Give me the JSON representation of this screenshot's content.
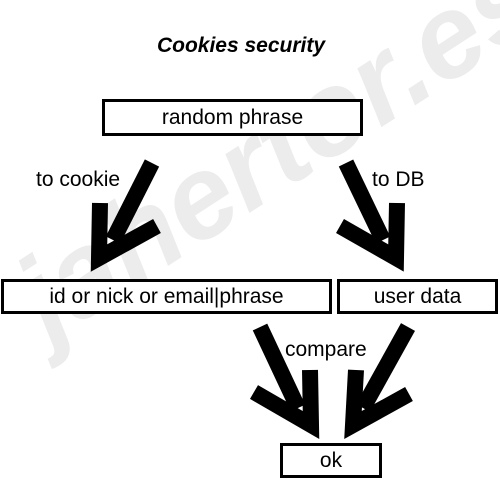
{
  "diagram": {
    "title": "Cookies security",
    "watermark": "jahertor.es",
    "nodes": {
      "random_phrase": "random phrase",
      "cookie_value": "id or nick or email|phrase",
      "user_data": "user data",
      "ok": "ok"
    },
    "edges": [
      {
        "from": "random_phrase",
        "to": "cookie_value",
        "label": "to cookie"
      },
      {
        "from": "random_phrase",
        "to": "user_data",
        "label": "to DB"
      },
      {
        "from": "cookie_value",
        "to": "ok",
        "label": "compare"
      },
      {
        "from": "user_data",
        "to": "ok",
        "label": ""
      }
    ],
    "colors": {
      "stroke": "#000000",
      "background": "#ffffff",
      "watermark": "#ececec"
    }
  }
}
